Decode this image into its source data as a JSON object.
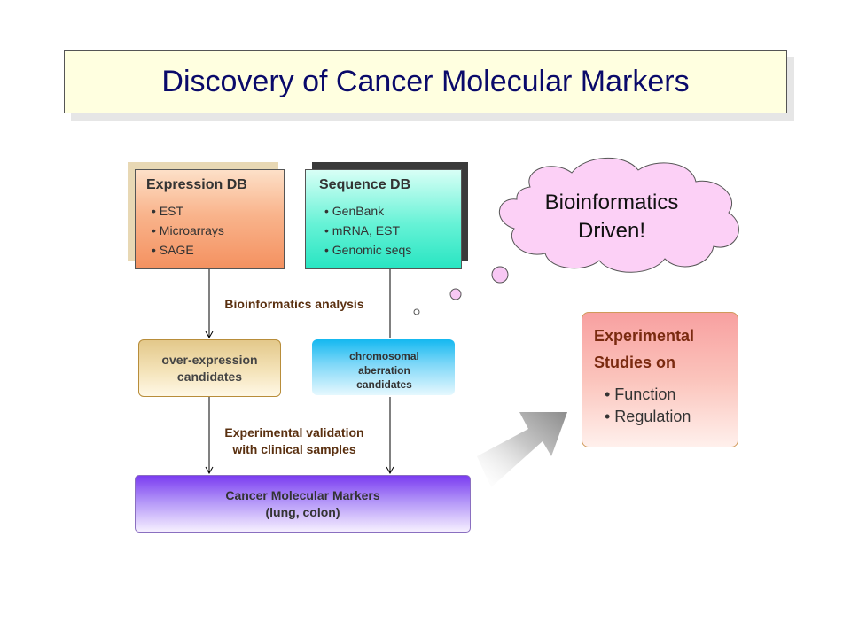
{
  "title": "Discovery of Cancer Molecular Markers",
  "expression_db": {
    "title": "Expression DB",
    "items": [
      "• EST",
      "• Microarrays",
      "• SAGE"
    ]
  },
  "sequence_db": {
    "title": "Sequence DB",
    "items": [
      "• GenBank",
      "• mRNA, EST",
      "• Genomic seqs"
    ]
  },
  "cloud": {
    "line1": "Bioinformatics",
    "line2": "Driven!"
  },
  "analysis_label": "Bioinformatics analysis",
  "over_expression": {
    "line1": "over-expression",
    "line2": "candidates"
  },
  "chromosomal": {
    "line1": "chromosomal",
    "line2": "aberration",
    "line3": "candidates"
  },
  "validation_label": {
    "line1": "Experimental validation",
    "line2": "with clinical samples"
  },
  "markers": {
    "line1": "Cancer Molecular Markers",
    "line2": "(lung, colon)"
  },
  "experimental": {
    "title_line1": "Experimental",
    "title_line2": "Studies on",
    "items": [
      "• Function",
      "• Regulation"
    ]
  }
}
